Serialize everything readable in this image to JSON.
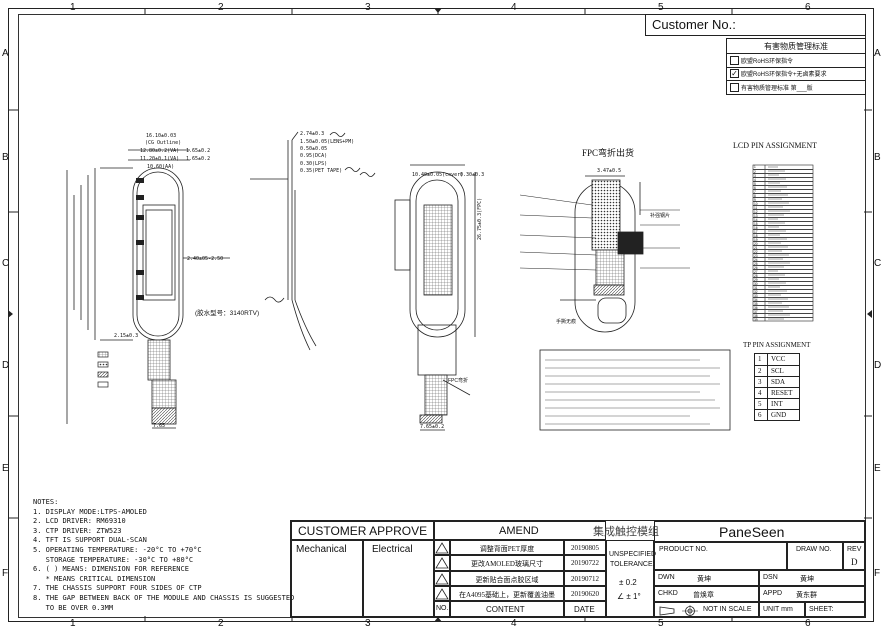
{
  "grid": {
    "columns": [
      "1",
      "2",
      "3",
      "4",
      "5",
      "6"
    ],
    "rows": [
      "A",
      "B",
      "C",
      "D",
      "E",
      "F"
    ]
  },
  "customer_no_label": "Customer No.:",
  "rohs": {
    "title": "有害物质管理标准",
    "items": [
      {
        "label": "欧盟RoHS环保指令",
        "checked": false
      },
      {
        "label": "欧盟RoHS环保指令+无卤素要求",
        "checked": true
      },
      {
        "label": "有害物质管理标准  第___版",
        "checked": false
      }
    ]
  },
  "lcd_pin": {
    "title": "LCD PIN ASSIGNMENT",
    "rows": [
      "1",
      "2",
      "3",
      "4",
      "5",
      "6",
      "7",
      "8",
      "9",
      "10",
      "11",
      "12",
      "13",
      "14",
      "15",
      "16",
      "17",
      "18",
      "19",
      "20",
      "21",
      "22",
      "23",
      "24",
      "25",
      "26",
      "27",
      "28",
      "29",
      "30",
      "31",
      "32",
      "33",
      "34",
      "35",
      "36",
      "37",
      "38",
      "39"
    ]
  },
  "tp_pin": {
    "title": "TP PIN ASSIGNMENT",
    "rows": [
      {
        "no": "1",
        "name": "VCC"
      },
      {
        "no": "2",
        "name": "SCL"
      },
      {
        "no": "3",
        "name": "SDA"
      },
      {
        "no": "4",
        "name": "RESET"
      },
      {
        "no": "5",
        "name": "INT"
      },
      {
        "no": "6",
        "name": "GND"
      }
    ]
  },
  "drawing_labels": {
    "fpc_bend": "FPC弯折出货",
    "model": "(胶水型号：3140RTV)",
    "dims_left": [
      "16.10±0.03",
      "(CG Outline)",
      "12.80±0.2(VA)",
      "11.20±0.1(VA)",
      "10.60(AA)",
      "1.65±0.2",
      "1.65±0.2",
      "2.40±05-2.50",
      "2.15±0.3",
      "7.65"
    ],
    "dims_mid": [
      "2.74±0.3",
      "1.50±0.05(LENS+PM)",
      "0.50±0.05",
      "0.95(DCA)",
      "0.30(LPS)",
      "0.35(PET TAPE)"
    ],
    "dims_right": [
      "10.40±0.05(cover)",
      "0.30±0.3",
      "26.75±0.3(FPC)",
      "7.65±0.2",
      "3.47±0.5"
    ],
    "mid_notes": [
      "手撕无痕",
      "FPC弯折",
      "补强钢片"
    ]
  },
  "notes": {
    "title": "NOTES:",
    "lines": [
      "1. DISPLAY MODE:LTPS-AMOLED",
      "2. LCD DRIVER: RM69310",
      "3. CTP DRIVER: ZTW523",
      "4. TFT IS SUPPORT DUAL-SCAN",
      "5. OPERATING TEMPERATURE: -20°C TO +70°C",
      "   STORAGE TEMPERATURE: -30°C TO +80°C",
      "6. ( ) MEANS: DIMENSION FOR REFERENCE",
      "   * MEANS CRITICAL DIMENSION",
      "7. THE CHASSIS SUPPORT FOUR SIDES OF CTP",
      "8. THE GAP BETWEEN BACK OF THE MODULE AND CHASSIS IS SUGGESTED",
      "   TO BE OVER 0.3MM"
    ]
  },
  "title_block": {
    "customer_approve": "CUSTOMER APPROVE",
    "mechanical": "Mechanical",
    "electrical": "Electrical",
    "amend": "AMEND",
    "amend_rows": [
      {
        "content": "调整背面PET厚度",
        "date": "20190805"
      },
      {
        "content": "更改AMOLED玻璃尺寸",
        "date": "20190722"
      },
      {
        "content": "更新贴合面点胶区域",
        "date": "20190712"
      },
      {
        "content": "在A4095基础上，更新覆盖油墨",
        "date": "20190620"
      }
    ],
    "no_label": "NO.",
    "content_label": "CONTENT",
    "date_label": "DATE",
    "company_cn": "集成触控模组",
    "unspecified": "UNSPECIFIED",
    "tolerance": "TOLERANCE:",
    "tol_linear": "± 0.2",
    "tol_angle": "∠ ± 1°",
    "brand": "PaneSeen",
    "product_no": "PRODUCT NO.",
    "draw_no": "DRAW NO.",
    "rev_label": "REV",
    "rev_value": "D",
    "dwn": "DWN",
    "dwn_name": "黄坤",
    "dsn": "DSN",
    "dsn_name": "黄坤",
    "chkd": "CHKD",
    "chkd_name": "曾焕章",
    "appd": "APPD",
    "appd_name": "黄东群",
    "not_in_scale": "NOT IN SCALE",
    "unit": "UNIT mm",
    "sheet": "SHEET:"
  },
  "colors": {
    "line": "#222222",
    "hatch": "#444444",
    "paper": "#ffffff"
  }
}
